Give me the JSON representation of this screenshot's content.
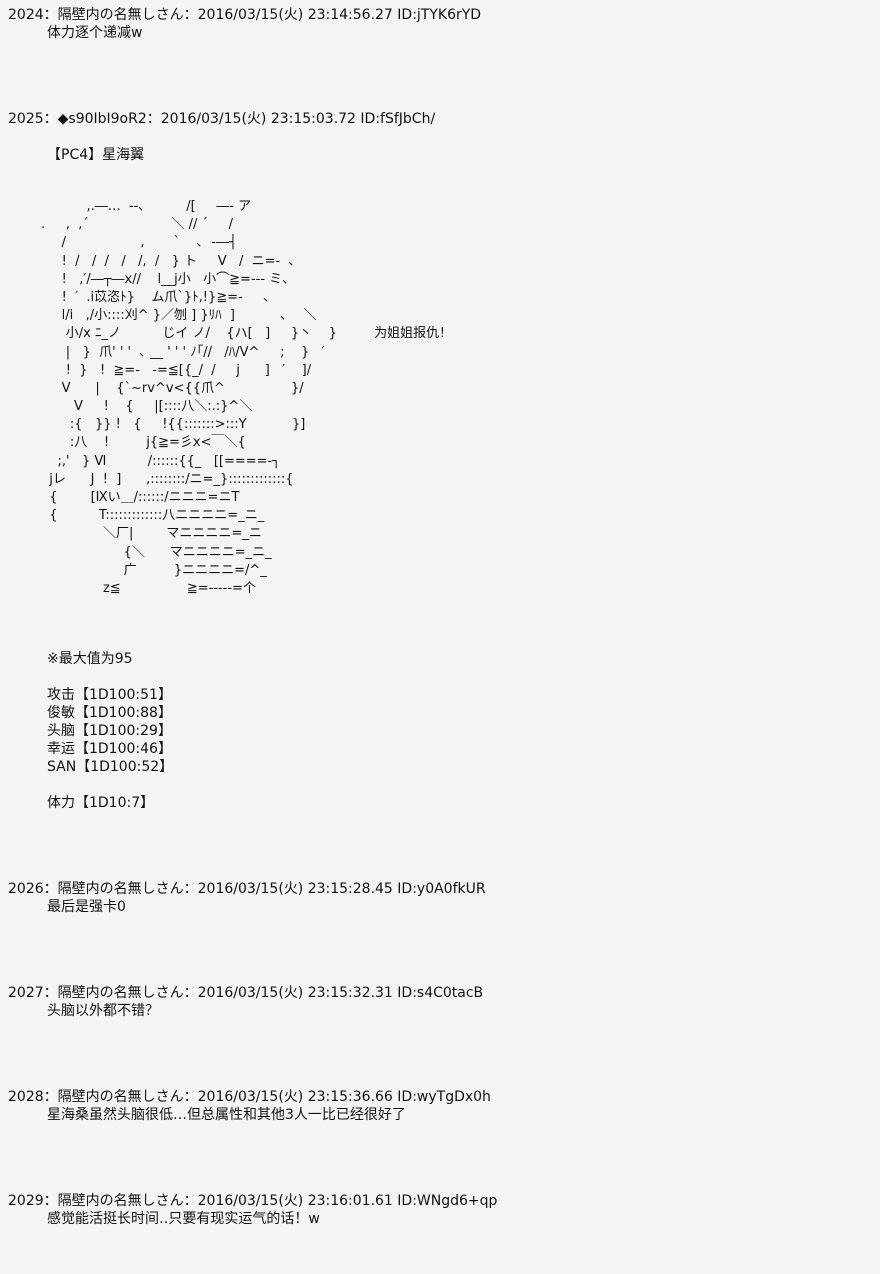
{
  "posts": [
    {
      "header": "2024：隔壁内の名無しさん：2016/03/15(火) 23:14:56.27 ID:jTYK6rYD",
      "lines": [
        "体力逐个递减w"
      ]
    },
    {
      "header": "2025：◆s90IbI9oR2：2016/03/15(火) 23:15:03.72 ID:fSfJbCh/",
      "title": "【PC4】星海翼",
      "ascii_art": [
        "           ,.―…  --､          /[     ―- ア",
        ".     ,  ,´                    ＼ // ´     /",
        "     /                  ,       `    ､  ‐―┤",
        "     !  /   /  /   /   /,  /   } ト     V   /  ニ=-  ､",
        "     !   ,′/―┬―x//    l__j小   小⌒≧=--- ミ、",
        "     !  ′  .i苡恣ﾄ}    ム爪`}ﾄ,!}≧=-     ､",
        "     l/i   ,/小::::刈^ }／刎 ] }ﾘﾊ  ]           ､    ＼",
        "      小/x ﾆ_ノ          じイ ノ/    {ハ[   ]     }丶    }         为姐姐报仇！",
        "      |   }  爪' ' '  ､ __ ' ' ' ﾉ｢//   /ﾊ/V^     ;    }   ′",
        "      !  }   !  ≧=-   -=≦[{_/  /     j      ]   ′    ]/",
        "     V      |    {`~rv^v<{{爪^                }/",
        "        V     !    {     |[::::八＼:.:}^＼",
        "       :{   }} !   {     !{{:::::::>:::Y           }]",
        "       :八    !         j{≧=彡x<￣＼{",
        "    ;,'   } Ⅵ          /::::::{{_   [[====-┐",
        "  jレ      J  !  ]      ,::::::::/ニ=_}:::::::::::::{",
        "  {        [Ⅸい＿/::::::/ニニニ=ニT",
        "  {          T:::::::::::::八ニニニニ=_ニ_",
        "               ＼厂|        マニニニニ=_ニ",
        "                    {＼      マニニニニ=_ニ_",
        "                    广         }ニニニニ=/^_",
        "               z≦                ≧=-----=个"
      ],
      "stats_note": "※最大值为95",
      "stats": [
        "攻击【1D100:51】",
        "俊敏【1D100:88】",
        "头脑【1D100:29】",
        "幸运【1D100:46】",
        "SAN【1D100:52】"
      ],
      "hp": "体力【1D10:7】"
    },
    {
      "header": "2026：隔壁内の名無しさん：2016/03/15(火) 23:15:28.45 ID:y0A0fkUR",
      "lines": [
        "最后是强卡0"
      ]
    },
    {
      "header": "2027：隔壁内の名無しさん：2016/03/15(火) 23:15:32.31 ID:s4C0tacB",
      "lines": [
        "头脑以外都不错？"
      ]
    },
    {
      "header": "2028：隔壁内の名無しさん：2016/03/15(火) 23:15:36.66 ID:wyTgDx0h",
      "lines": [
        "星海桑虽然头脑很低…但总属性和其他3人一比已经很好了"
      ]
    },
    {
      "header": "2029：隔壁内の名無しさん：2016/03/15(火) 23:16:01.61 ID:WNgd6+qp",
      "lines": [
        "感觉能活挺长时间‥只要有现实运气的话！w"
      ]
    }
  ]
}
